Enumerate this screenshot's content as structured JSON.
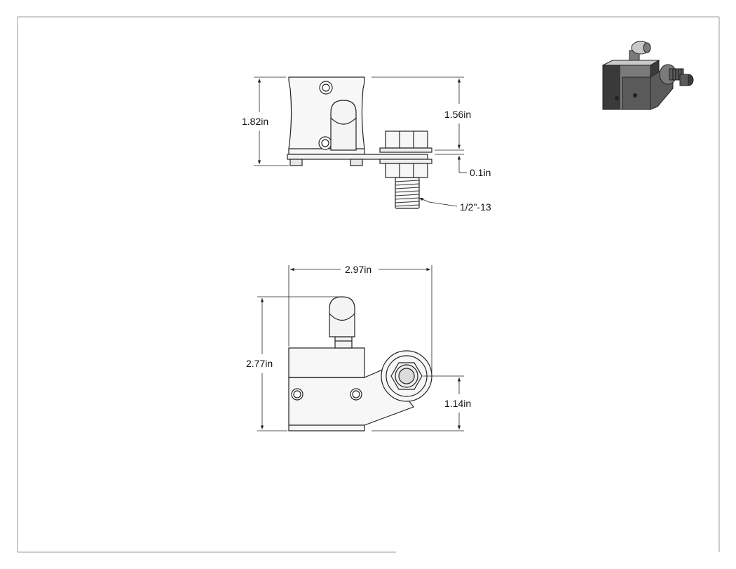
{
  "dimensions": {
    "side_height": "1.82in",
    "side_upper_height": "1.56in",
    "side_offset": "0.1in",
    "thread": "1/2\"-13",
    "top_width": "2.97in",
    "top_depth": "2.77in",
    "top_offset": "1.14in"
  },
  "colors": {
    "line": "#222222",
    "part_fill": "#f7f7f7",
    "border": "#999999",
    "iso_dark": "#3a3a3a",
    "iso_mid": "#7a7a7a",
    "iso_light": "#c9c9c9"
  }
}
